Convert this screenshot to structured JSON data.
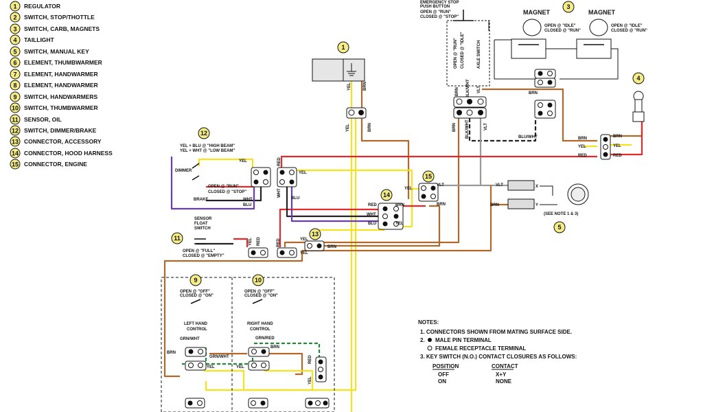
{
  "legend": [
    {
      "num": "1",
      "text": "REGULATOR"
    },
    {
      "num": "2",
      "text": "SWITCH, STOP/THOTTLE"
    },
    {
      "num": "3",
      "text": "SWITCH, CARB, MAGNETS"
    },
    {
      "num": "4",
      "text": "TAILLIGHT"
    },
    {
      "num": "5",
      "text": "SWITCH, MANUAL KEY"
    },
    {
      "num": "6",
      "text": "ELEMENT, THUMBWARMER"
    },
    {
      "num": "7",
      "text": "ELEMENT, HANDWARMER"
    },
    {
      "num": "8",
      "text": "ELEMENT, HANDWARMER"
    },
    {
      "num": "9",
      "text": "SWITCH, HANDWARMERS"
    },
    {
      "num": "10",
      "text": "SWITCH, THUMBWARMER"
    },
    {
      "num": "11",
      "text": "SENSOR, OIL"
    },
    {
      "num": "12",
      "text": "SWITCH, DIMMER/BRAKE"
    },
    {
      "num": "13",
      "text": "CONNECTOR, ACCESSORY"
    },
    {
      "num": "14",
      "text": "CONNECTOR, HOOD HARNESS"
    },
    {
      "num": "15",
      "text": "CONNECTOR, ENGINE"
    }
  ],
  "callouts": {
    "c1": "1",
    "c3": "3",
    "c4": "4",
    "c5": "5",
    "c9": "9",
    "c10": "10",
    "c11": "11",
    "c12": "12",
    "c13": "13",
    "c14": "14",
    "c15": "15"
  },
  "labels": {
    "emergency1": "EMERGENCY STOP",
    "emergency2": "PUSH BUTTON",
    "open_run": "OPEN @ \"RUN\"",
    "closed_stop": "CLOSED @ \"STOP\"",
    "axle_switch": "AXLE SWITCH",
    "magnet": "MAGNET",
    "open_idle": "OPEN @ \"IDLE\"",
    "closed_run": "CLOSED @ \"RUN\"",
    "sw_open_run": "OPEN @ \"RUN\"",
    "sw_closed_idle": "CLOSED @ \"IDLE\"",
    "hb1": "YEL + BLU @ \"HIGH BEAM\"",
    "hb2": "YEL + WHT @ \"LOW BEAM\"",
    "dimmer": "DIMMER",
    "brake": "BRAKE",
    "brk_open": "OPEN @ \"RUN\"",
    "brk_closed": "CLOSED @ \"STOP\"",
    "sensor1": "SENSOR",
    "sensor2": "FLOAT",
    "sensor3": "SWITCH",
    "oil_open": "OPEN @ \"FULL\"",
    "oil_closed": "CLOSED @ \"EMPTY\"",
    "sw_open_off": "OPEN @ \"OFF\"",
    "sw_closed_on": "CLOSED @ \"ON\"",
    "left_hand": "LEFT HAND",
    "right_hand": "RIGHT HAND",
    "control": "CONTROL",
    "see_note": "(SEE NOTE 1 & 3)",
    "x": "X",
    "y": "Y"
  },
  "wires": {
    "brn": "BRN",
    "yel": "YEL",
    "red": "RED",
    "blu": "BLU",
    "wht": "WHT",
    "vlt": "VLT",
    "blkwht": "BLK/WHT",
    "bluwht": "BLU/WHT",
    "grnwht": "GRN/WHT",
    "grnred": "GRN/RED"
  },
  "notes": {
    "title": "NOTES:",
    "n1": "1.  CONNECTORS SHOWN FROM MATING SURFACE SIDE.",
    "n2a": "2.",
    "n2b": "MALE PIN TERMINAL",
    "n2c": "FEMALE RECEPTACLE TERMINAL",
    "n3": "3.  KEY SWITCH (N.O.) CONTACT CLOSURES AS FOLLOWS:",
    "col_position": "POSITION",
    "col_contact": "CONTACT",
    "rows": [
      {
        "position": "OFF",
        "contact": "X+Y"
      },
      {
        "position": "ON",
        "contact": "NONE"
      }
    ]
  },
  "colors": {
    "brn": "#b0672a",
    "yel": "#f5e11c",
    "red": "#e22a2a",
    "blu": "#6a39b8",
    "blk": "#222222",
    "grn": "#1f8a3a",
    "callout": "#f4ec86"
  }
}
